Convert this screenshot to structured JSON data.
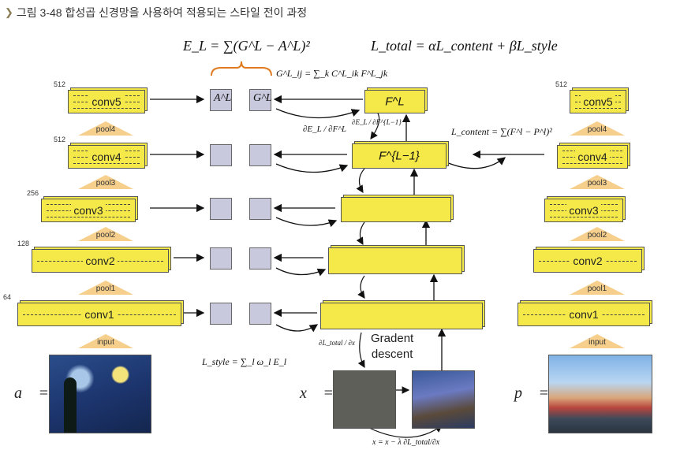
{
  "caption": {
    "chevron": "❯",
    "text": "그림 3-48  합성곱 신경망을 사용하여 적용되는 스타일 전이 과정"
  },
  "formulas": {
    "el": "E_L = ∑(G^L − A^L)²",
    "ltotal": "L_total = αL_content + βL_style",
    "gram": "G^L_ij = ∑_k C^L_ik F^L_jk",
    "del_el_fl": "∂E_L / ∂F^L",
    "del_el_fl1": "∂E_L / ∂F^{L−1}",
    "lcontent": "L_content = ∑(F^l − P^l)²",
    "lstyle": "L_style = ∑_l ω_l E_l",
    "dltotal_dx": "∂L_total / ∂x",
    "update": "x = x − λ ∂L_total/∂x"
  },
  "left_net": {
    "layers": [
      {
        "name": "conv5",
        "count": "512"
      },
      {
        "name": "conv4",
        "count": "512"
      },
      {
        "name": "conv3",
        "count": "256"
      },
      {
        "name": "conv2",
        "count": "128"
      },
      {
        "name": "conv1",
        "count": "64"
      }
    ],
    "pools": [
      "pool4",
      "pool3",
      "pool2",
      "pool1"
    ],
    "input": "input"
  },
  "right_net": {
    "layers": [
      {
        "name": "conv5",
        "count": "512"
      },
      {
        "name": "conv4",
        "count": ""
      },
      {
        "name": "conv3",
        "count": ""
      },
      {
        "name": "conv2",
        "count": ""
      },
      {
        "name": "conv1",
        "count": ""
      }
    ],
    "pools": [
      "pool4",
      "pool3",
      "pool2",
      "pool1"
    ],
    "input": "input"
  },
  "middle": {
    "top_label": "F^L",
    "second_label": "F^{L−1}"
  },
  "feature_labels": {
    "a": "A^L",
    "g": "G^L"
  },
  "gradient_text": [
    "Gradent",
    "descent"
  ],
  "vectors": {
    "a": "a⃗ =",
    "x": "x⃗ =",
    "p": "p⃗ ="
  },
  "colors": {
    "layer": "#f5e94a",
    "pool": "#f6cf8c",
    "feature": "#c9c9de",
    "brace": "#e07a1f"
  }
}
